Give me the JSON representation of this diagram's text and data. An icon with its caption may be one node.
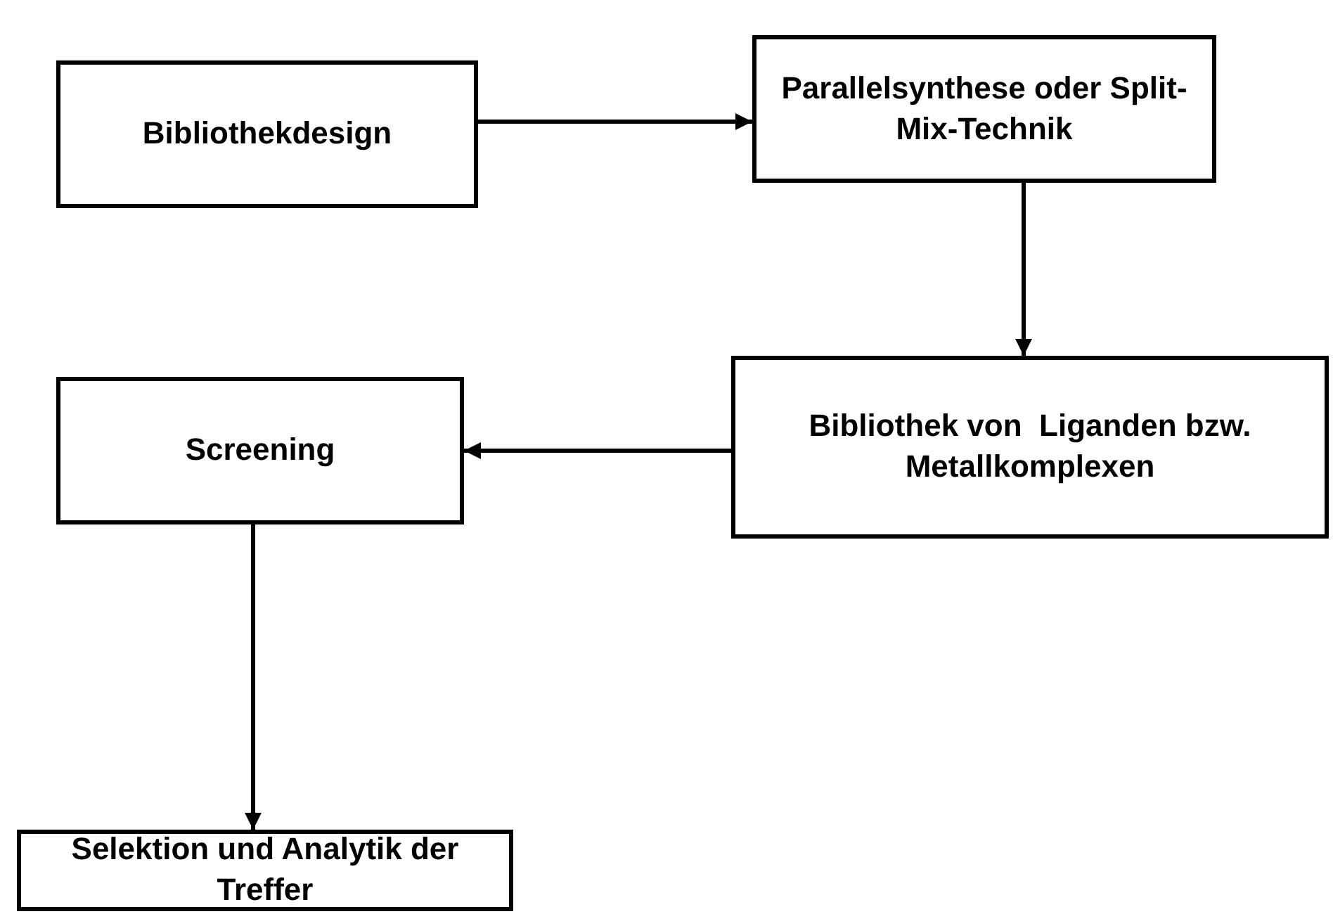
{
  "diagram": {
    "nodes": [
      {
        "text": [
          "Bibliothekdesign"
        ]
      },
      {
        "text": [
          "Parallelsynthese oder Split-Mix-Technik"
        ]
      },
      {
        "text": [
          "Bibliothek von  Liganden bzw. Metallkomplexen"
        ]
      },
      {
        "text": [
          "Screening"
        ]
      },
      {
        "text": [
          "Selektion und Analytik der Treffer"
        ]
      }
    ],
    "edges": [
      {
        "from": 0,
        "to": 1,
        "arrow": "to"
      },
      {
        "from": 1,
        "to": 2,
        "arrow": "to"
      },
      {
        "from": 2,
        "to": 3,
        "arrow": "to"
      },
      {
        "from": 3,
        "to": 4,
        "arrow": "to"
      }
    ]
  }
}
